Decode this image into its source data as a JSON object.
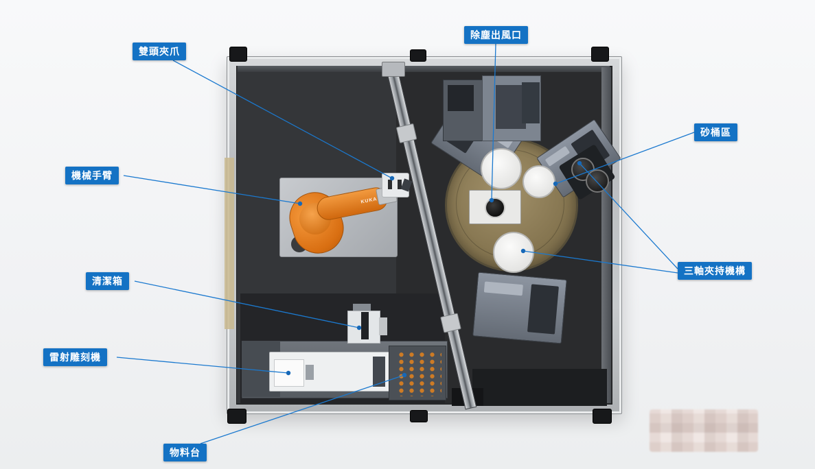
{
  "labels": [
    {
      "id": "double-head-gripper",
      "text": "雙頭夾爪"
    },
    {
      "id": "dust-outlet",
      "text": "除塵出風口"
    },
    {
      "id": "sand-bucket-area",
      "text": "砂桶區"
    },
    {
      "id": "robot-arm",
      "text": "機械手臂"
    },
    {
      "id": "three-axis-clamp",
      "text": "三軸夾持機構"
    },
    {
      "id": "cleaning-box",
      "text": "清潔箱"
    },
    {
      "id": "laser-engraver",
      "text": "雷射雕刻機"
    },
    {
      "id": "material-table",
      "text": "物料台"
    }
  ],
  "machine": {
    "brand": "KUKA"
  },
  "colors": {
    "label_background": "#1472c4",
    "label_text": "#ffffff",
    "leader_line": "#1b79cf",
    "robot_orange": "#e07820",
    "sanding_disc": "#8f7f57",
    "enclosure_frame": "#c0c3c6",
    "enclosure_interior": "#2a2b2d"
  }
}
